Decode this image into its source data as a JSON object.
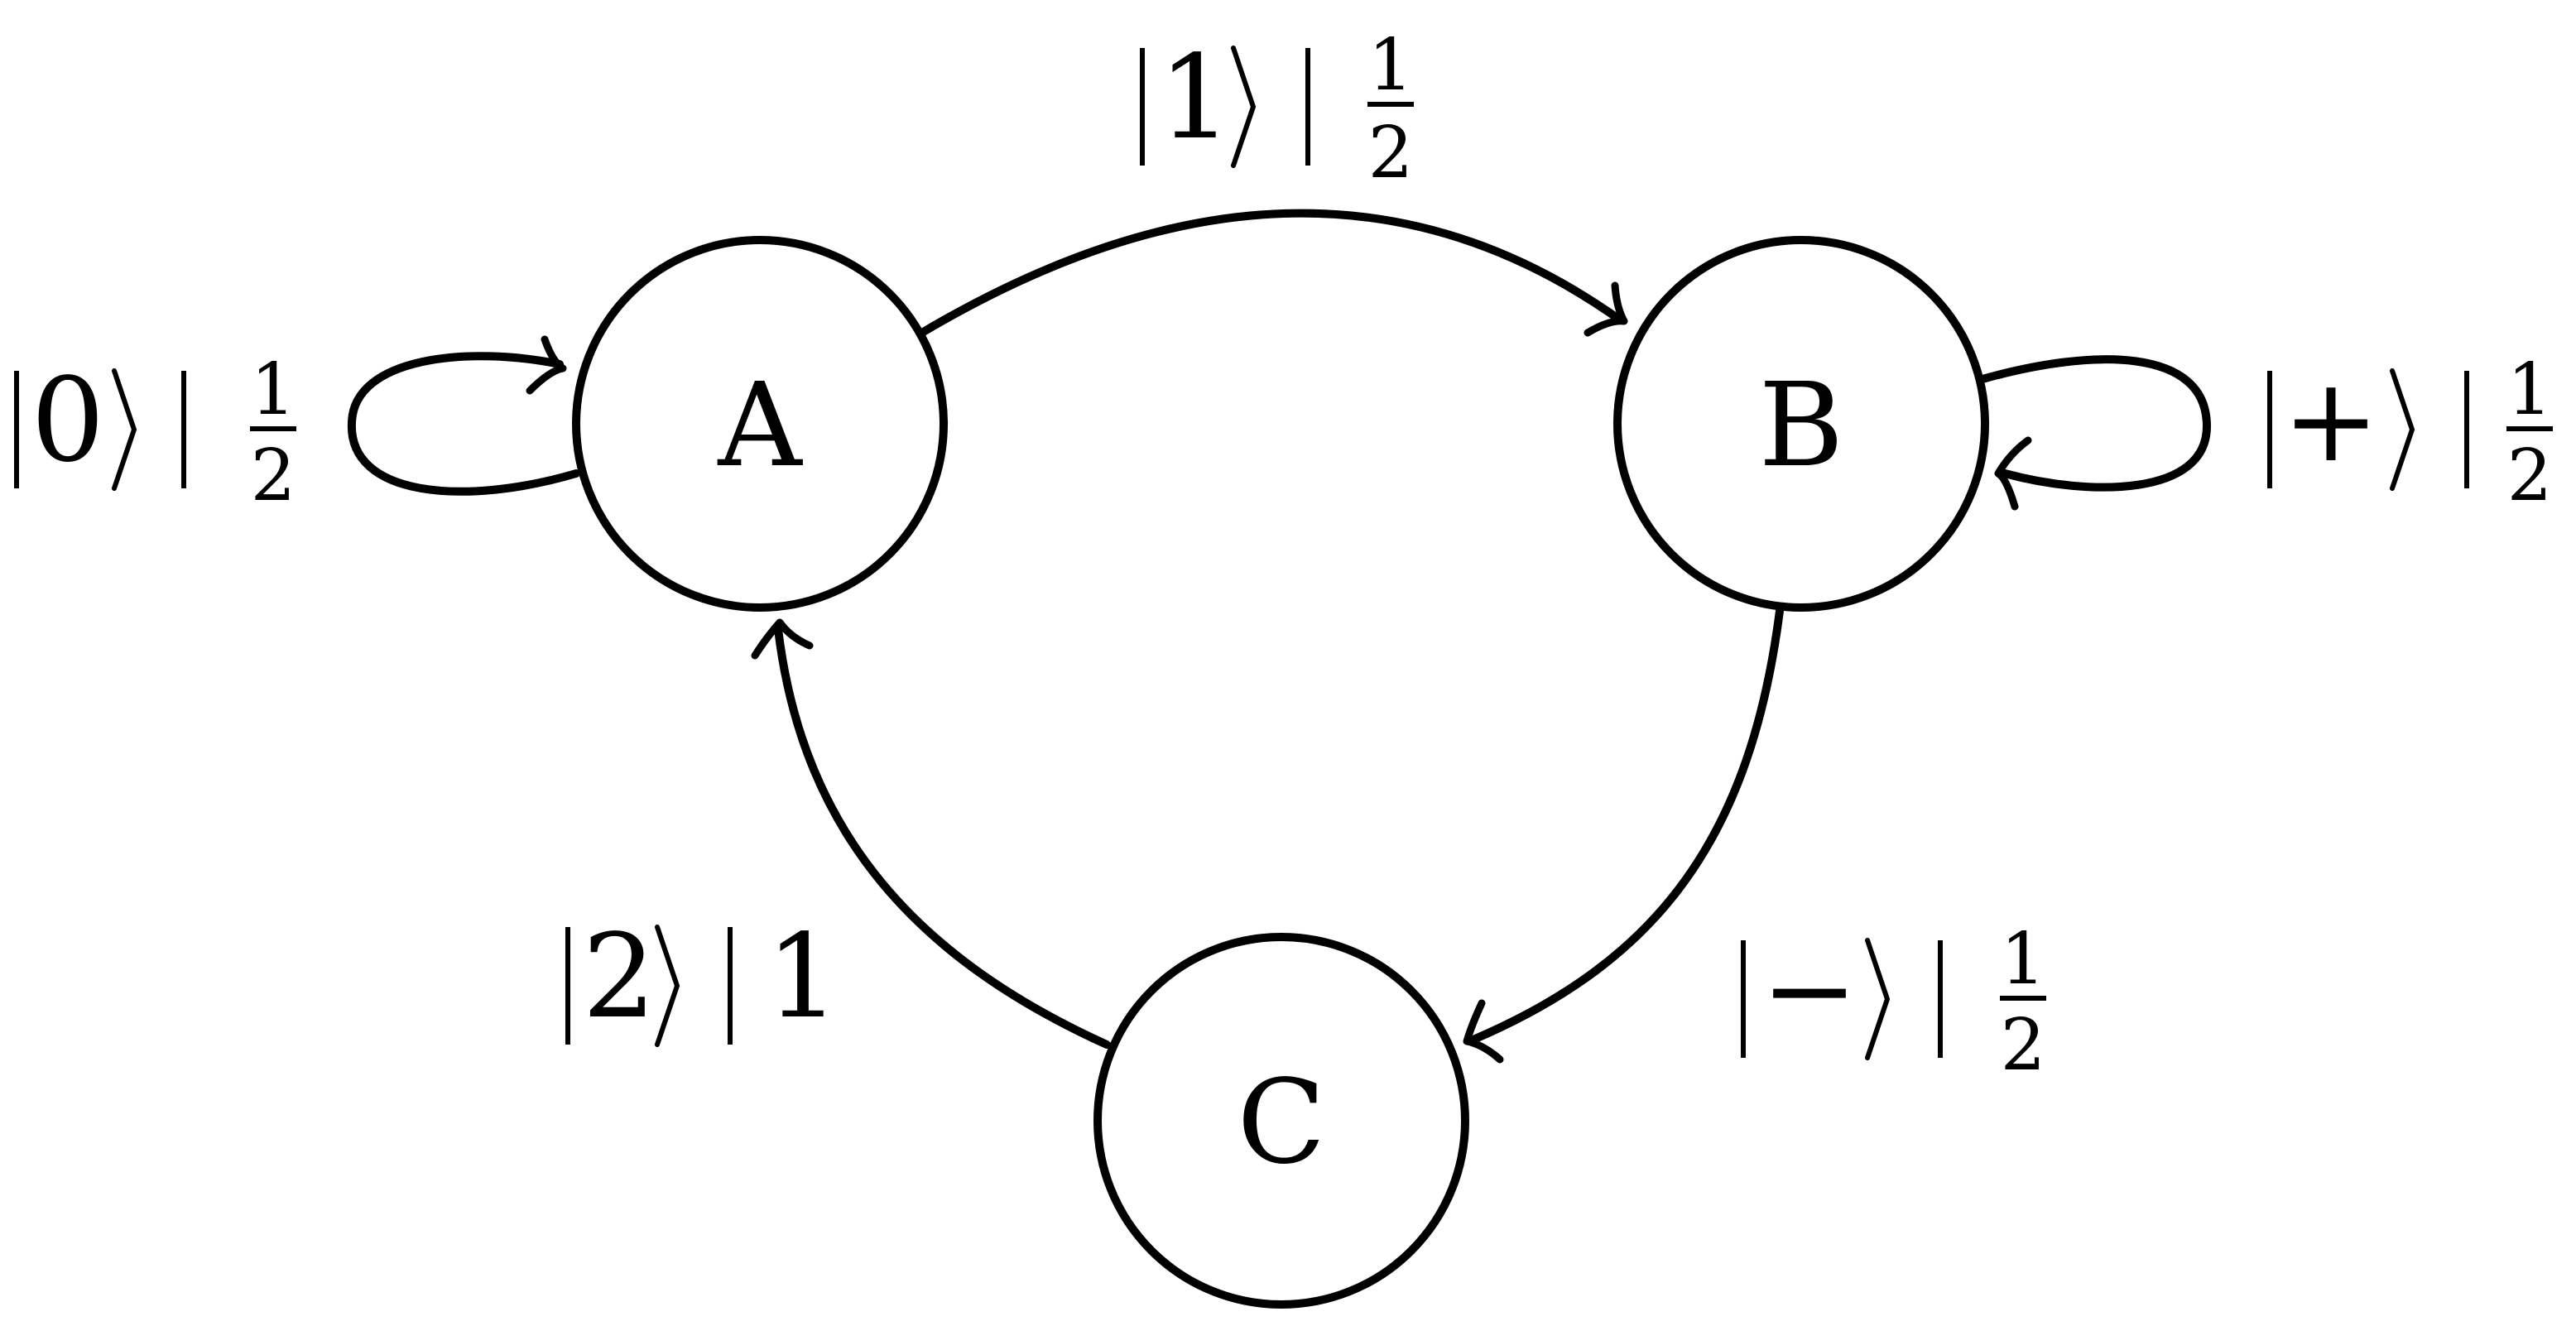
{
  "nodes": [
    {
      "id": "A",
      "label": "A"
    },
    {
      "id": "B",
      "label": "B"
    },
    {
      "id": "C",
      "label": "C"
    }
  ],
  "edges": [
    {
      "from": "A",
      "to": "A",
      "ket": "0",
      "weight": {
        "num": "1",
        "den": "2"
      }
    },
    {
      "from": "A",
      "to": "B",
      "ket": "1",
      "weight": {
        "num": "1",
        "den": "2"
      }
    },
    {
      "from": "B",
      "to": "B",
      "ket": "+",
      "weight": {
        "num": "1",
        "den": "2"
      }
    },
    {
      "from": "B",
      "to": "C",
      "ket": "−",
      "weight": {
        "num": "1",
        "den": "2"
      }
    },
    {
      "from": "C",
      "to": "A",
      "ket": "2",
      "weight": {
        "value": "1"
      }
    }
  ],
  "colors": {
    "stroke": "#000000",
    "background": "#ffffff"
  }
}
